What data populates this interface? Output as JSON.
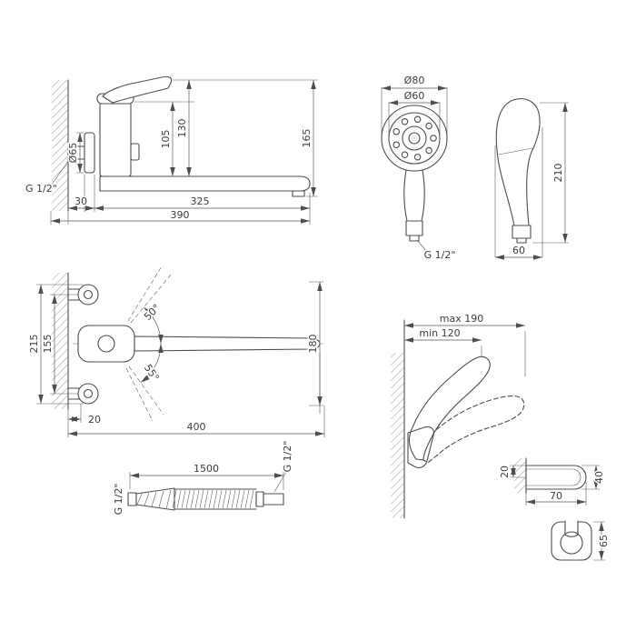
{
  "drawing": {
    "faucet_side": {
      "d130": "130",
      "d105": "105",
      "d165": "165",
      "o65": "Ø65",
      "g12": "G 1/2\"",
      "d30": "30",
      "d325": "325",
      "d390": "390"
    },
    "shower_front": {
      "o80": "Ø80",
      "o60": "Ø60",
      "g12": "G 1/2\""
    },
    "shower_side": {
      "d210": "210",
      "d60": "60"
    },
    "faucet_top": {
      "d215": "215",
      "d155": "155",
      "a50": "50°",
      "a55": "55°",
      "d180": "180",
      "d20": "20",
      "d400": "400"
    },
    "hose": {
      "d1500": "1500",
      "g12_left": "G 1/2\"",
      "g12_right": "G 1/2\""
    },
    "holder": {
      "dmax": "max 190",
      "dmin": "min 120"
    },
    "bracket": {
      "d20": "20",
      "d40": "40",
      "d70": "70",
      "d65": "65"
    }
  }
}
